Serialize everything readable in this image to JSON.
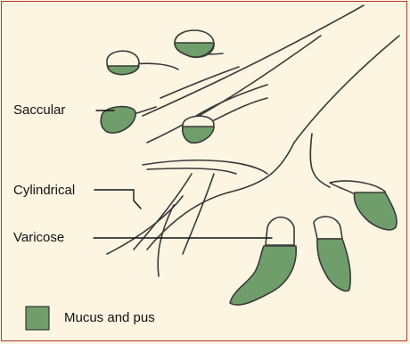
{
  "labels": {
    "saccular": "Saccular",
    "cylindrical": "Cylindrical",
    "varicose": "Varicose"
  },
  "legend": {
    "text": "Mucus and pus",
    "swatch_color": "#6f9e6a"
  },
  "colors": {
    "border": "#b33a2a",
    "background": "#fbf5e2",
    "fill": "#6f9e6a",
    "outline": "#3a3a3a"
  }
}
